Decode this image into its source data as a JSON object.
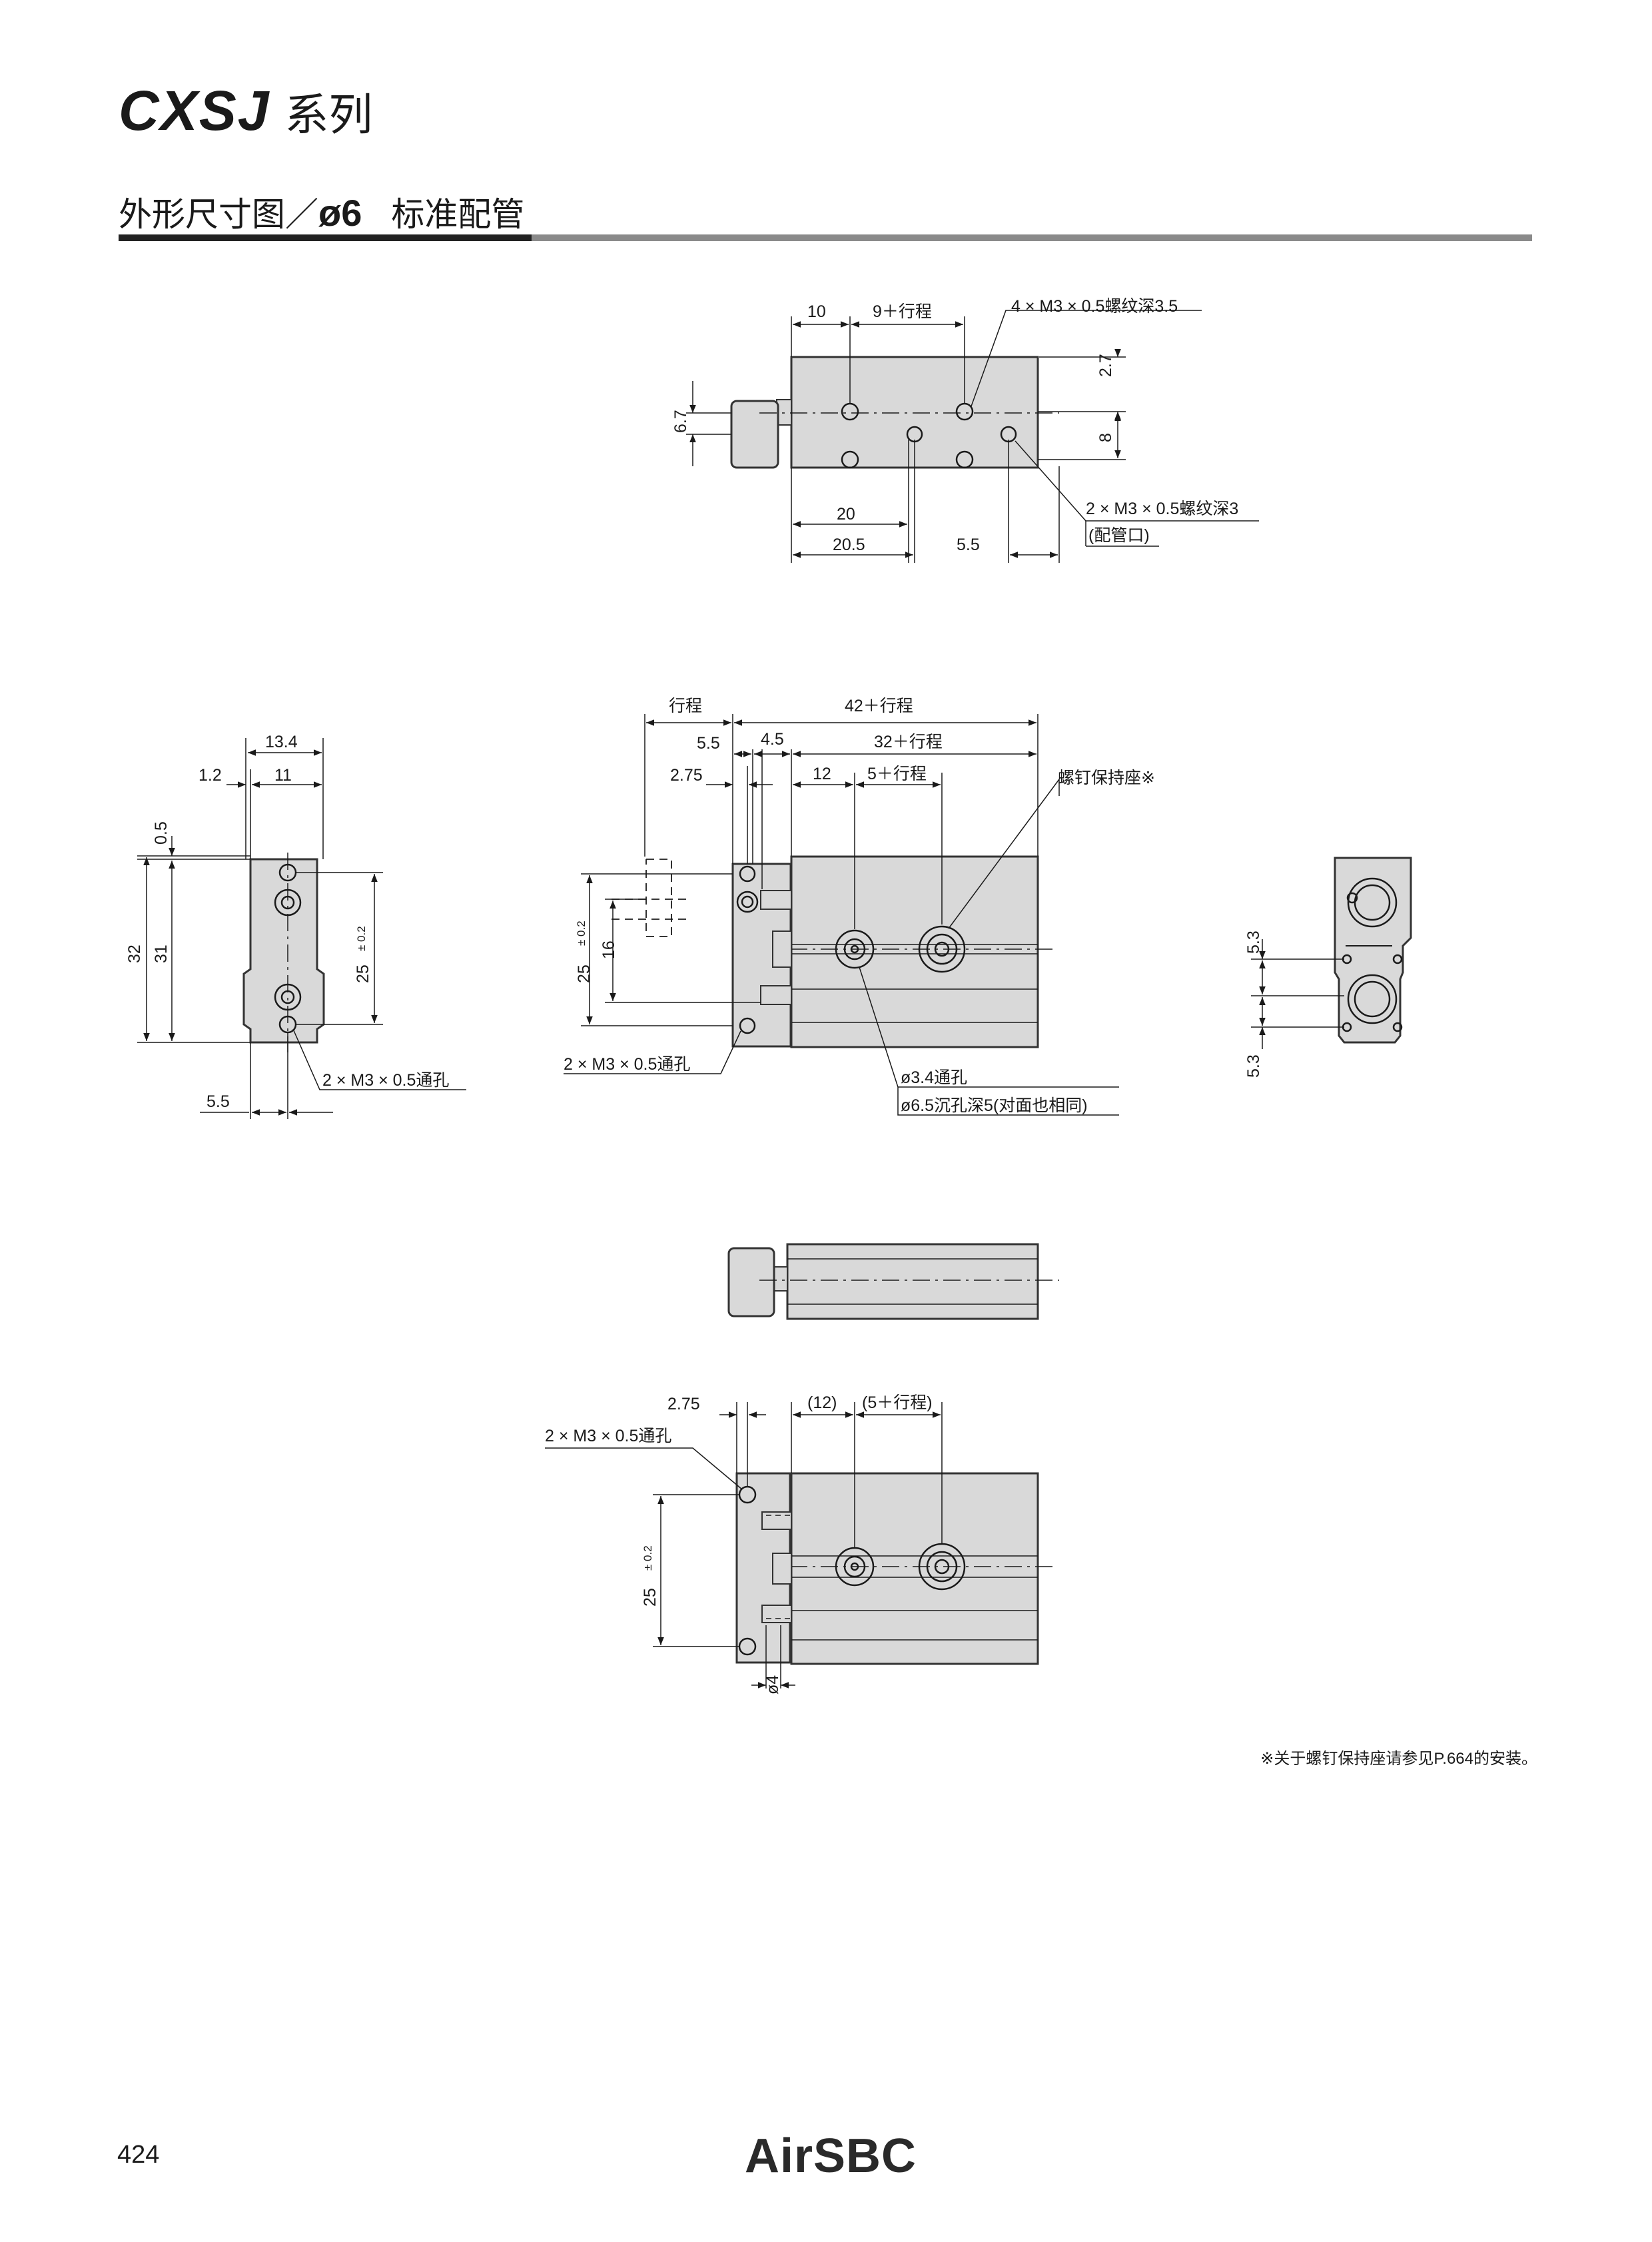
{
  "header": {
    "series_code": "CXSJ",
    "series_suffix": "系列",
    "section_prefix": "外形尺寸图／",
    "section_bore": "ø6",
    "section_suffix": "标准配管"
  },
  "top_view": {
    "dims": {
      "d10": "10",
      "d9_stroke": "9＋行程",
      "tap_holes": "4 × M3 × 0.5螺纹深3.5",
      "d2_7": "2.7",
      "d8": "8",
      "d6_7": "6.7",
      "d20": "20",
      "d20_5": "20.5",
      "d5_5": "5.5",
      "port": "2 × M3 × 0.5螺纹深3",
      "port_note": "(配管口)"
    }
  },
  "left_view": {
    "dims": {
      "d13_4": "13.4",
      "d1_2": "1.2",
      "d11": "11",
      "d0_5": "0.5",
      "d32": "32",
      "d31": "31",
      "d25": "25",
      "tol": "± 0.2",
      "holes": "2 × M3 × 0.5通孔",
      "d5_5": "5.5"
    }
  },
  "front_view": {
    "dims": {
      "stroke": "行程",
      "d42_stroke": "42＋行程",
      "d5_5": "5.5",
      "d4_5": "4.5",
      "d32_stroke": "32＋行程",
      "d2_75": "2.75",
      "d12": "12",
      "d5_stroke": "5＋行程",
      "screw_seat": "螺钉保持座※",
      "d25": "25",
      "tol": "± 0.2",
      "d16": "16",
      "holes": "2 × M3 × 0.5通孔",
      "thru": "ø3.4通孔",
      "cbore": "ø6.5沉孔深5(对面也相同)"
    }
  },
  "right_view": {
    "dims": {
      "d5_3_top": "5.3",
      "d5_3_bottom": "5.3"
    }
  },
  "bottom_view": {
    "dims": {
      "d2_75": "2.75",
      "d12": "(12)",
      "d5_stroke": "(5＋行程)",
      "holes": "2 × M3 × 0.5通孔",
      "d25": "25",
      "tol": "± 0.2",
      "d4": "ø4"
    }
  },
  "footnote": "※关于螺钉保持座请参见P.664的安装。",
  "page_number": "424",
  "logo": "AirSBC"
}
